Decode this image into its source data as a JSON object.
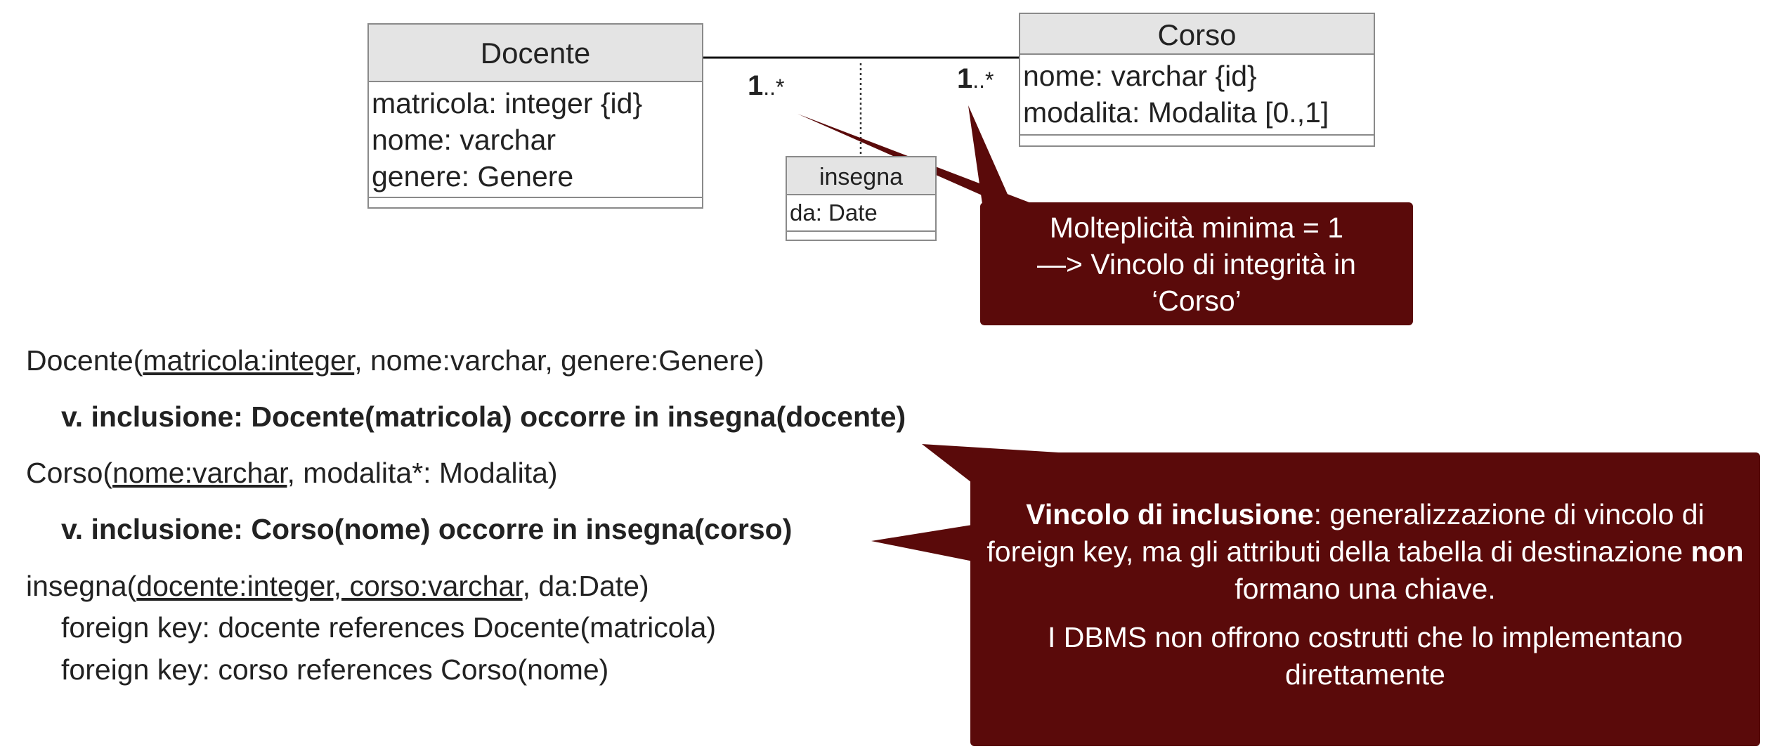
{
  "uml": {
    "docente": {
      "name": "Docente",
      "attributes": [
        "matricola: integer {id}",
        "nome: varchar",
        "genere: Genere"
      ]
    },
    "corso": {
      "name": "Corso",
      "attributes": [
        "nome: varchar {id}",
        "modalita: Modalita [0.,1]"
      ]
    },
    "insegna": {
      "name": "insegna",
      "attributes": [
        "da: Date"
      ]
    },
    "multiplicity_docente": {
      "min": "1",
      "rest": "..*"
    },
    "multiplicity_corso": {
      "min": "1",
      "rest": "..*"
    }
  },
  "callout_multiplicity": {
    "lines": [
      "Molteplicità minima = 1",
      "—> Vincolo di integrità in",
      "‘Corso’"
    ]
  },
  "callout_inclusion": {
    "title": "Vincolo di inclusione",
    "p1_a": ": generalizzazione di vincolo di foreign key, ma gli attributi della tabella di destinazione ",
    "p1_bold": "non",
    "p1_b": " formano una chiave.",
    "p2": "I DBMS non offrono costrutti che lo implementano direttamente"
  },
  "schema": {
    "docente": {
      "name": "Docente(",
      "key": "matricola:integer",
      "rest": ", nome:varchar, genere:Genere)"
    },
    "docente_constraint": "v. inclusione: Docente(matricola) occorre in insegna(docente)",
    "corso": {
      "name": "Corso(",
      "key": "nome:varchar",
      "rest": ", modalita*: Modalita)"
    },
    "corso_constraint": "v. inclusione: Corso(nome) occorre in insegna(corso)",
    "insegna": {
      "name": "insegna(",
      "key": "docente:integer, corso:varchar",
      "rest": ", da:Date)"
    },
    "fk1": "foreign key: docente references Docente(matricola)",
    "fk2": "foreign key: corso references Corso(nome)"
  },
  "colors": {
    "callout": "#5a0a0a",
    "uml_header": "#e4e4e4",
    "uml_border": "#8a8a8a"
  }
}
